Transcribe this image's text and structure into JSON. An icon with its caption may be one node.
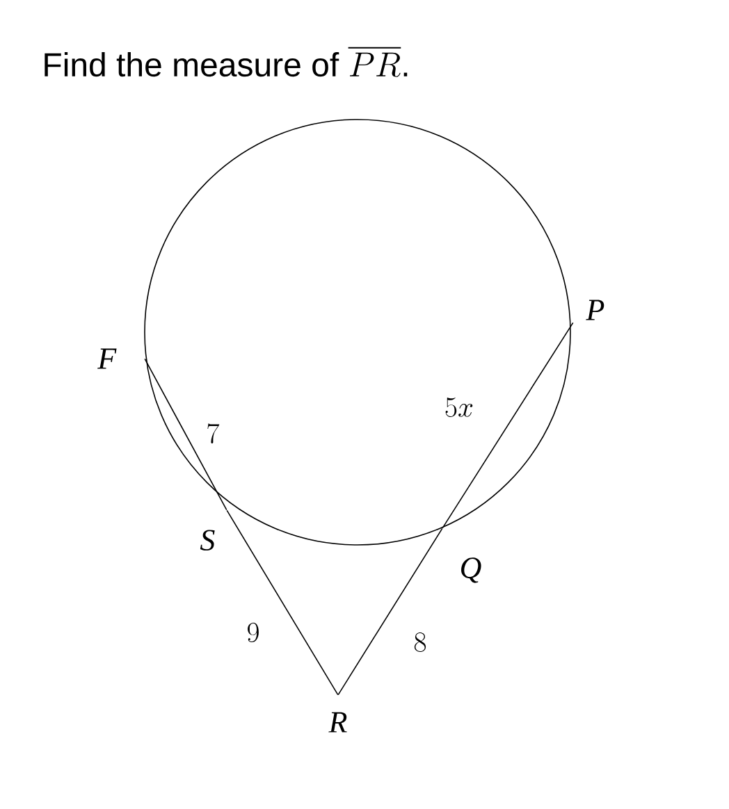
{
  "diagram": {
    "title": "\\text{Find the measure of }\\overline{PR}\\text{.}",
    "nodes": [
      {
        "text": [
          "F"
        ]
      },
      {
        "text": [
          "S"
        ]
      },
      {
        "text": [
          "R"
        ]
      },
      {
        "text": [
          "Q"
        ]
      },
      {
        "text": [
          "P"
        ]
      }
    ],
    "edges": [
      {
        "from": 0,
        "to": 1,
        "arrow": "none",
        "label": "7"
      },
      {
        "from": 1,
        "to": 2,
        "arrow": "none",
        "label": "9"
      },
      {
        "from": 4,
        "to": 3,
        "arrow": "none",
        "label": "5x"
      },
      {
        "from": 3,
        "to": 2,
        "arrow": "none",
        "label": "8"
      }
    ]
  }
}
